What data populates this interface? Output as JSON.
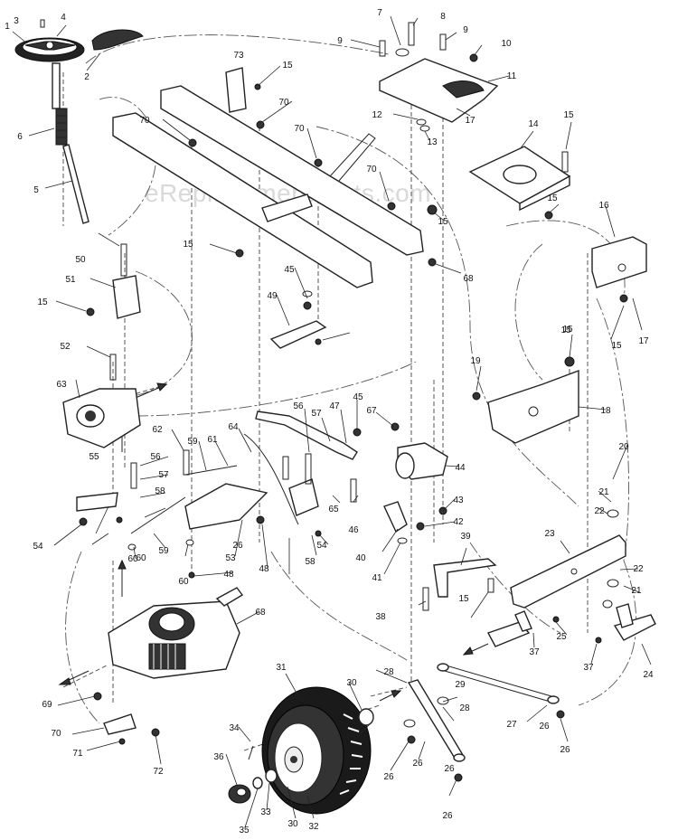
{
  "watermark": "eReplacementParts.com",
  "callouts": [
    "1",
    "2",
    "3",
    "4",
    "5",
    "6",
    "7",
    "8",
    "9",
    "9",
    "10",
    "11",
    "12",
    "13",
    "14",
    "15",
    "15",
    "15",
    "15",
    "15",
    "15",
    "15",
    "15",
    "15",
    "15",
    "16",
    "17",
    "17",
    "18",
    "19",
    "20",
    "21",
    "21",
    "22",
    "22",
    "23",
    "24",
    "25",
    "26",
    "26",
    "26",
    "26",
    "26",
    "26",
    "26",
    "27",
    "28",
    "28",
    "29",
    "30",
    "30",
    "31",
    "32",
    "33",
    "34",
    "35",
    "36",
    "37",
    "37",
    "38",
    "39",
    "40",
    "41",
    "42",
    "43",
    "44",
    "45",
    "45",
    "46",
    "47",
    "48",
    "48",
    "49",
    "50",
    "51",
    "52",
    "53",
    "54",
    "54",
    "55",
    "56",
    "56",
    "57",
    "57",
    "58",
    "58",
    "59",
    "59",
    "60",
    "60",
    "60",
    "61",
    "62",
    "63",
    "64",
    "65",
    "67",
    "68",
    "68",
    "69",
    "70",
    "70",
    "70",
    "70",
    "70",
    "71",
    "72",
    "73"
  ]
}
